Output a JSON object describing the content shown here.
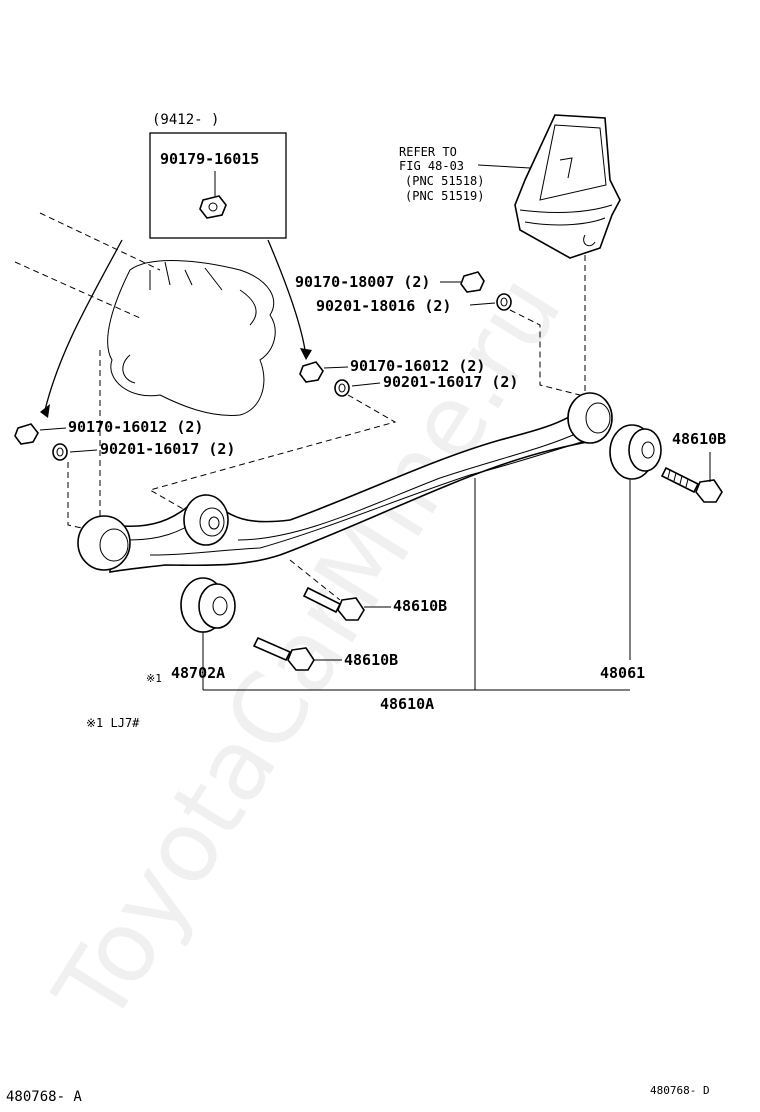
{
  "diagram": {
    "date_range": "(9412-        )",
    "watermark": "ToyotaCarMine.ru",
    "refer_lines": [
      "REFER TO",
      "FIG 48-03",
      "(PNC 51518)",
      "(PNC 51519)"
    ],
    "parts": {
      "nut_inset": "90179-16015",
      "bolt_upper": "90170-18007 (2)",
      "washer_upper": "90201-18016 (2)",
      "bolt_mid": "90170-16012 (2)",
      "washer_mid": "90201-16017 (2)",
      "bolt_left": "90170-16012 (2)",
      "washer_left": "90201-16017 (2)",
      "bolt_right": "48610B",
      "bolt_lower_1": "48610B",
      "bolt_lower_2": "48610B",
      "bushing_left": "48702A",
      "bushing_right": "48061",
      "arm_assembly": "48610A"
    },
    "note_marker": "※1",
    "footnote": "※1  LJ7#",
    "figure_id_left": "480768- A",
    "figure_id_right": "480768- D"
  }
}
